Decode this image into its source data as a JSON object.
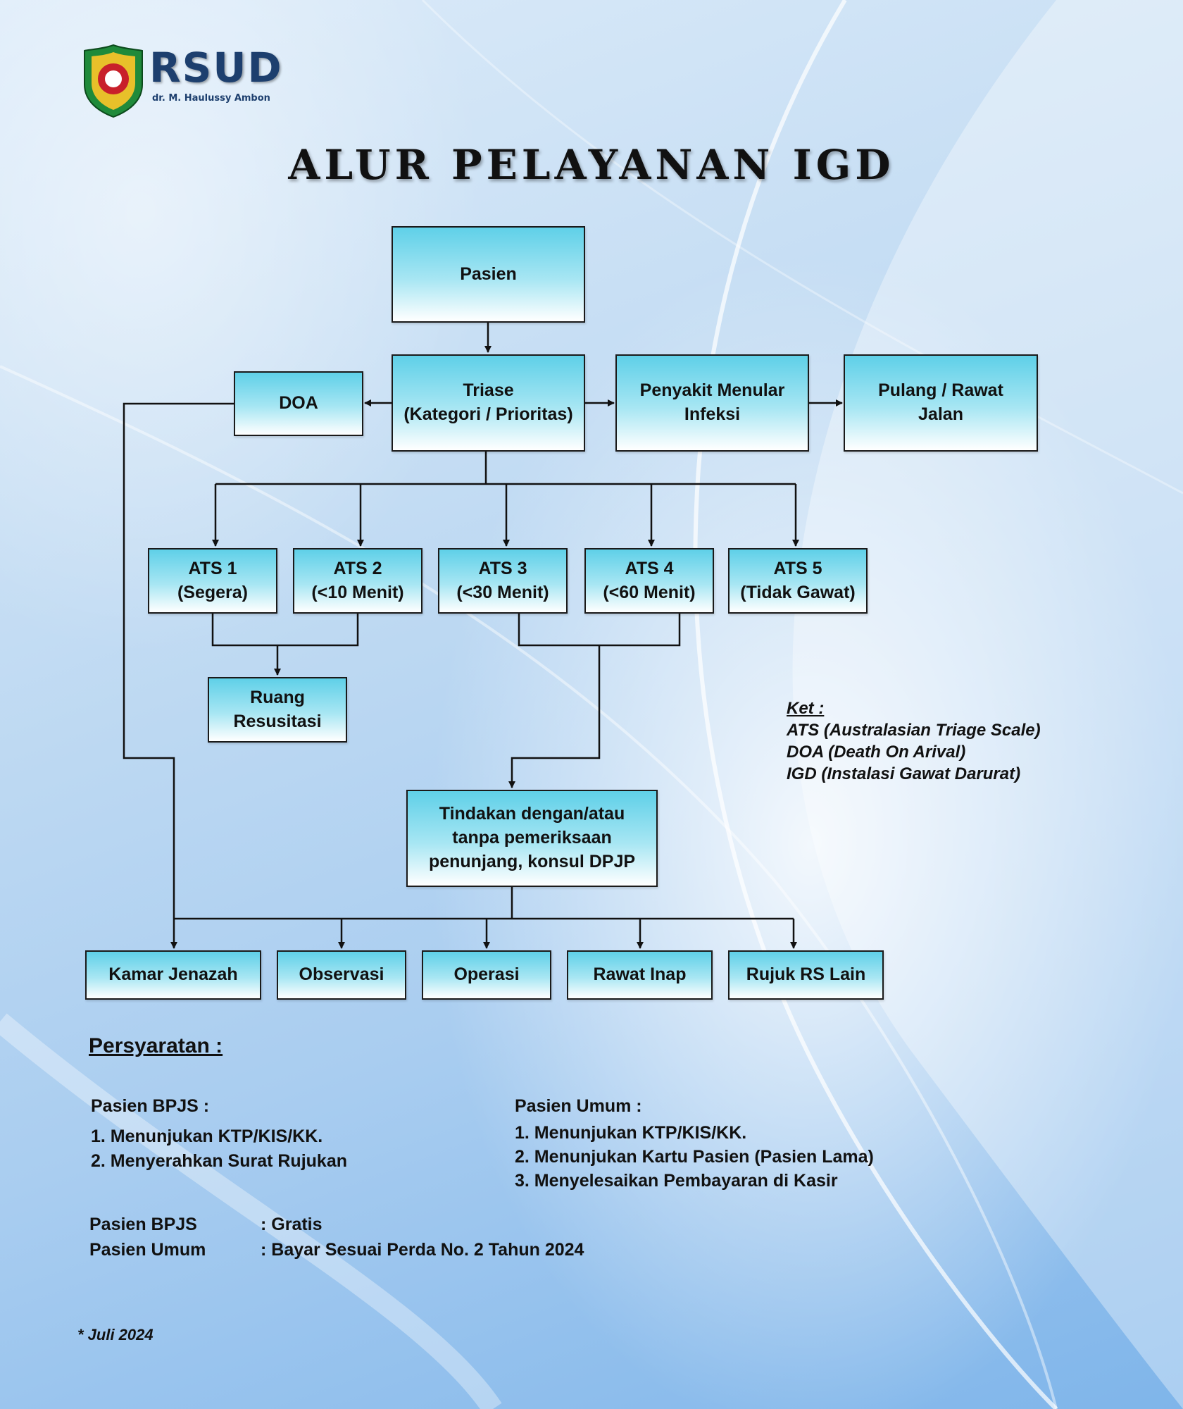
{
  "header": {
    "logo_text": "RSUD",
    "logo_subtitle": "dr. M. Haulussy Ambon",
    "title": "ALUR PELAYANAN IGD"
  },
  "nodes": {
    "pasien": "Pasien",
    "triase": "Triase\n(Kategori / Prioritas)",
    "doa": "DOA",
    "penyakit": "Penyakit Menular\nInfeksi",
    "pulang": "Pulang / Rawat\nJalan",
    "ats1": "ATS 1\n(Segera)",
    "ats2": "ATS 2\n(<10 Menit)",
    "ats3": "ATS 3\n(<30 Menit)",
    "ats4": "ATS 4\n(<60 Menit)",
    "ats5": "ATS 5\n(Tidak Gawat)",
    "ruang": "Ruang\nResusitasi",
    "tindakan": "Tindakan dengan/atau\ntanpa pemeriksaan\npenunjang, konsul DPJP",
    "kamar": "Kamar Jenazah",
    "observasi": "Observasi",
    "operasi": "Operasi",
    "rawat_inap": "Rawat Inap",
    "rujuk": "Rujuk RS Lain"
  },
  "legend": {
    "heading": "Ket :",
    "items": [
      "ATS (Australasian Triage Scale)",
      "DOA (Death On Arival)",
      "IGD (Instalasi Gawat Darurat)"
    ]
  },
  "requirements": {
    "heading": "Persyaratan :",
    "bpjs": {
      "title": "Pasien BPJS :",
      "items": [
        "1. Menunjukan KTP/KIS/KK.",
        "2. Menyerahkan Surat Rujukan"
      ]
    },
    "umum": {
      "title": "Pasien Umum :",
      "items": [
        "1. Menunjukan KTP/KIS/KK.",
        "2. Menunjukan Kartu Pasien (Pasien Lama)",
        "3. Menyelesaikan Pembayaran di Kasir"
      ]
    }
  },
  "fees": [
    {
      "label": "Pasien BPJS",
      "value": ": Gratis"
    },
    {
      "label": "Pasien Umum",
      "value": ": Bayar Sesuai Perda No. 2 Tahun 2024"
    }
  ],
  "footer": {
    "date": "*  Juli 2024"
  },
  "colors": {
    "box_top": "#5fd0e8",
    "box_bottom": "#ffffff",
    "border": "#1a1a1a"
  }
}
